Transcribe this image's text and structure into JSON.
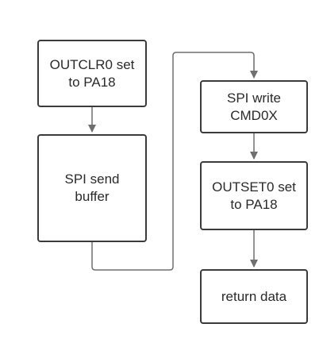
{
  "diagram": {
    "nodes": [
      {
        "id": "outclr",
        "label": "OUTCLR0 set\nto PA18"
      },
      {
        "id": "spisend",
        "label": "SPI send\nbuffer"
      },
      {
        "id": "spiwrite",
        "label": "SPI write\nCMD0X"
      },
      {
        "id": "outset",
        "label": "OUTSET0 set\nto PA18"
      },
      {
        "id": "return",
        "label": "return data"
      }
    ],
    "edges": [
      {
        "from": "outclr",
        "to": "spisend"
      },
      {
        "from": "spisend",
        "to": "spiwrite"
      },
      {
        "from": "spiwrite",
        "to": "outset"
      },
      {
        "from": "outset",
        "to": "return"
      }
    ],
    "colors": {
      "stroke": "#3b3b3b",
      "connector": "#6f6f6f",
      "text": "#2a2a2a",
      "background": "#ffffff"
    }
  }
}
